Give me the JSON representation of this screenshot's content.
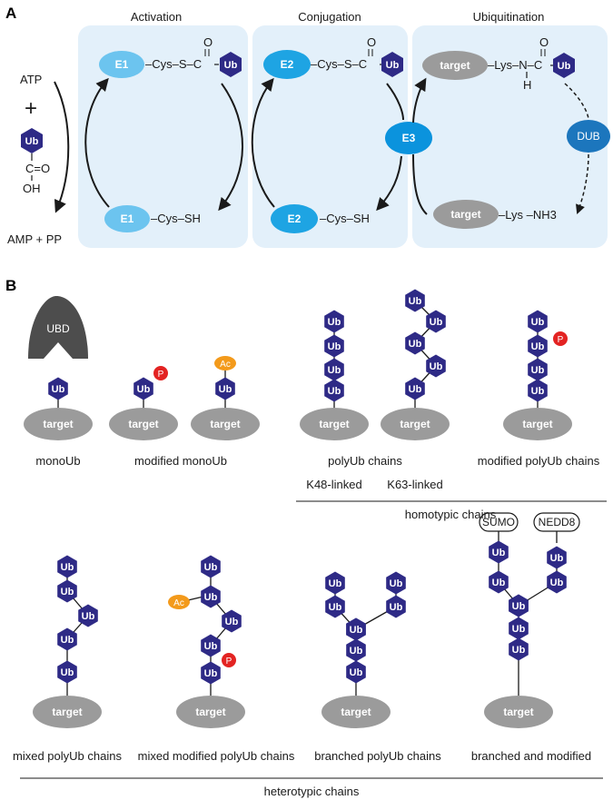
{
  "panel_a": {
    "label": "A",
    "headers": {
      "activation": "Activation",
      "conjugation": "Conjugation",
      "ubiquitination": "Ubiquitination"
    },
    "atp": "ATP",
    "plus": "+",
    "ub": "Ub",
    "co": "C=O",
    "oh": "OH",
    "amp": "AMP + PP",
    "e1": "E1",
    "e2": "E2",
    "e3": "E3",
    "dub": "DUB",
    "target": "target",
    "cys_s_c": "–Cys–S–C",
    "cys_sh": "–Cys–SH",
    "lys_n_c": "–Lys–N–C",
    "h": "H",
    "o": "O",
    "lys_nh3": "–Lys –NH3"
  },
  "panel_b": {
    "label": "B",
    "ubd": "UBD",
    "ub": "Ub",
    "target": "target",
    "p": "P",
    "ac": "Ac",
    "sumo": "SUMO",
    "nedd8": "NEDD8",
    "captions": {
      "monoub": "monoUb",
      "modified_monoub": "modified monoUb",
      "polyub": "polyUb chains",
      "modified_polyub": "modified polyUb chains",
      "k48": "K48-linked",
      "k63": "K63-linked",
      "homotypic": "homotypic chains",
      "mixed": "mixed polyUb chains",
      "mixed_modified": "mixed modified polyUb chains",
      "branched": "branched polyUb chains",
      "branched_modified": "branched and modified",
      "heterotypic": "heterotypic chains"
    }
  },
  "colors": {
    "ub": "#2e2a86",
    "target": "#9b9b9b",
    "e1": "#6cc4ef",
    "e2": "#1ea4e3",
    "e3": "#0b93dd",
    "dub": "#1c76bd",
    "box": "#e3f0fa",
    "ubd": "#4d4d4d",
    "phos": "#e32322",
    "acetyl": "#f39a1b"
  }
}
